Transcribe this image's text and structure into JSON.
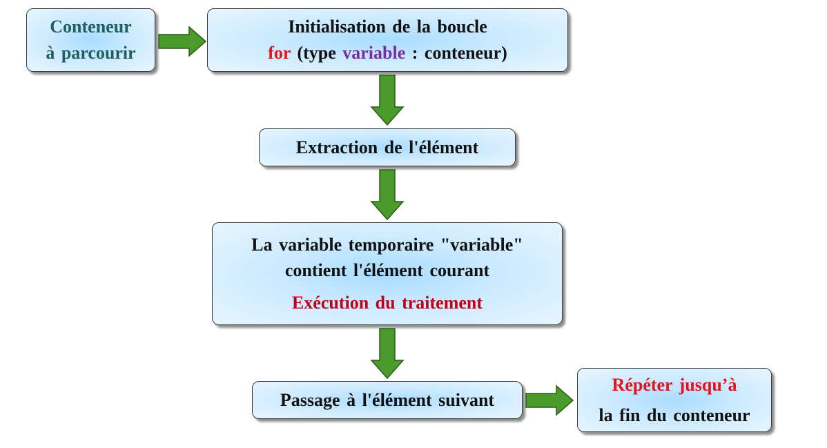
{
  "boxes": {
    "container": {
      "line1": "Conteneur",
      "line2": "à parcourir"
    },
    "init": {
      "line1": "Initialisation  de la boucle",
      "line2_keyword": "for",
      "line2_open": " (type ",
      "line2_variable": "variable",
      "line2_rest": " : conteneur)"
    },
    "extract": {
      "label": "Extraction  de l'élément"
    },
    "variable": {
      "line1": "La variable  temporaire  \"variable\"",
      "line2": "contient  l'élément  courant",
      "line3": "Exécution  du traitement"
    },
    "next": {
      "label": "Passage  à l'élément  suivant"
    },
    "repeat": {
      "line1": "Répéter  jusqu’à",
      "line2": "la fin  du conteneur"
    }
  },
  "colors": {
    "box_fill_center": "#a9dcff",
    "box_fill_edge": "#e8f6ff",
    "arrow_fill": "#4a9a2c",
    "arrow_stroke": "#2a5a18",
    "keyword_red": "#e0141e",
    "variable_purple": "#7a2ea0",
    "container_teal": "#1f5f5c",
    "execution_darkred": "#c00018"
  }
}
